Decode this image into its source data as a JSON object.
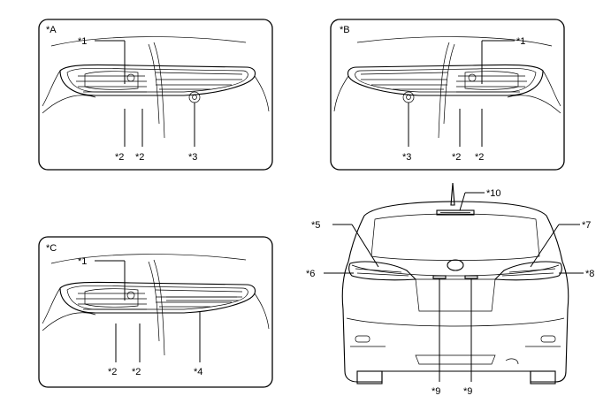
{
  "panels": {
    "a": {
      "tag": "*A",
      "callouts": {
        "c1": "*1",
        "c2a": "*2",
        "c2b": "*2",
        "c3": "*3"
      }
    },
    "b": {
      "tag": "*B",
      "callouts": {
        "c1": "*1",
        "c2a": "*2",
        "c2b": "*2",
        "c3": "*3"
      }
    },
    "c": {
      "tag": "*C",
      "callouts": {
        "c1": "*1",
        "c2a": "*2",
        "c2b": "*2",
        "c4": "*4"
      }
    }
  },
  "rear_view": {
    "callouts": {
      "c5": "*5",
      "c6": "*6",
      "c7": "*7",
      "c8": "*8",
      "c9a": "*9",
      "c9b": "*9",
      "c10": "*10"
    }
  }
}
